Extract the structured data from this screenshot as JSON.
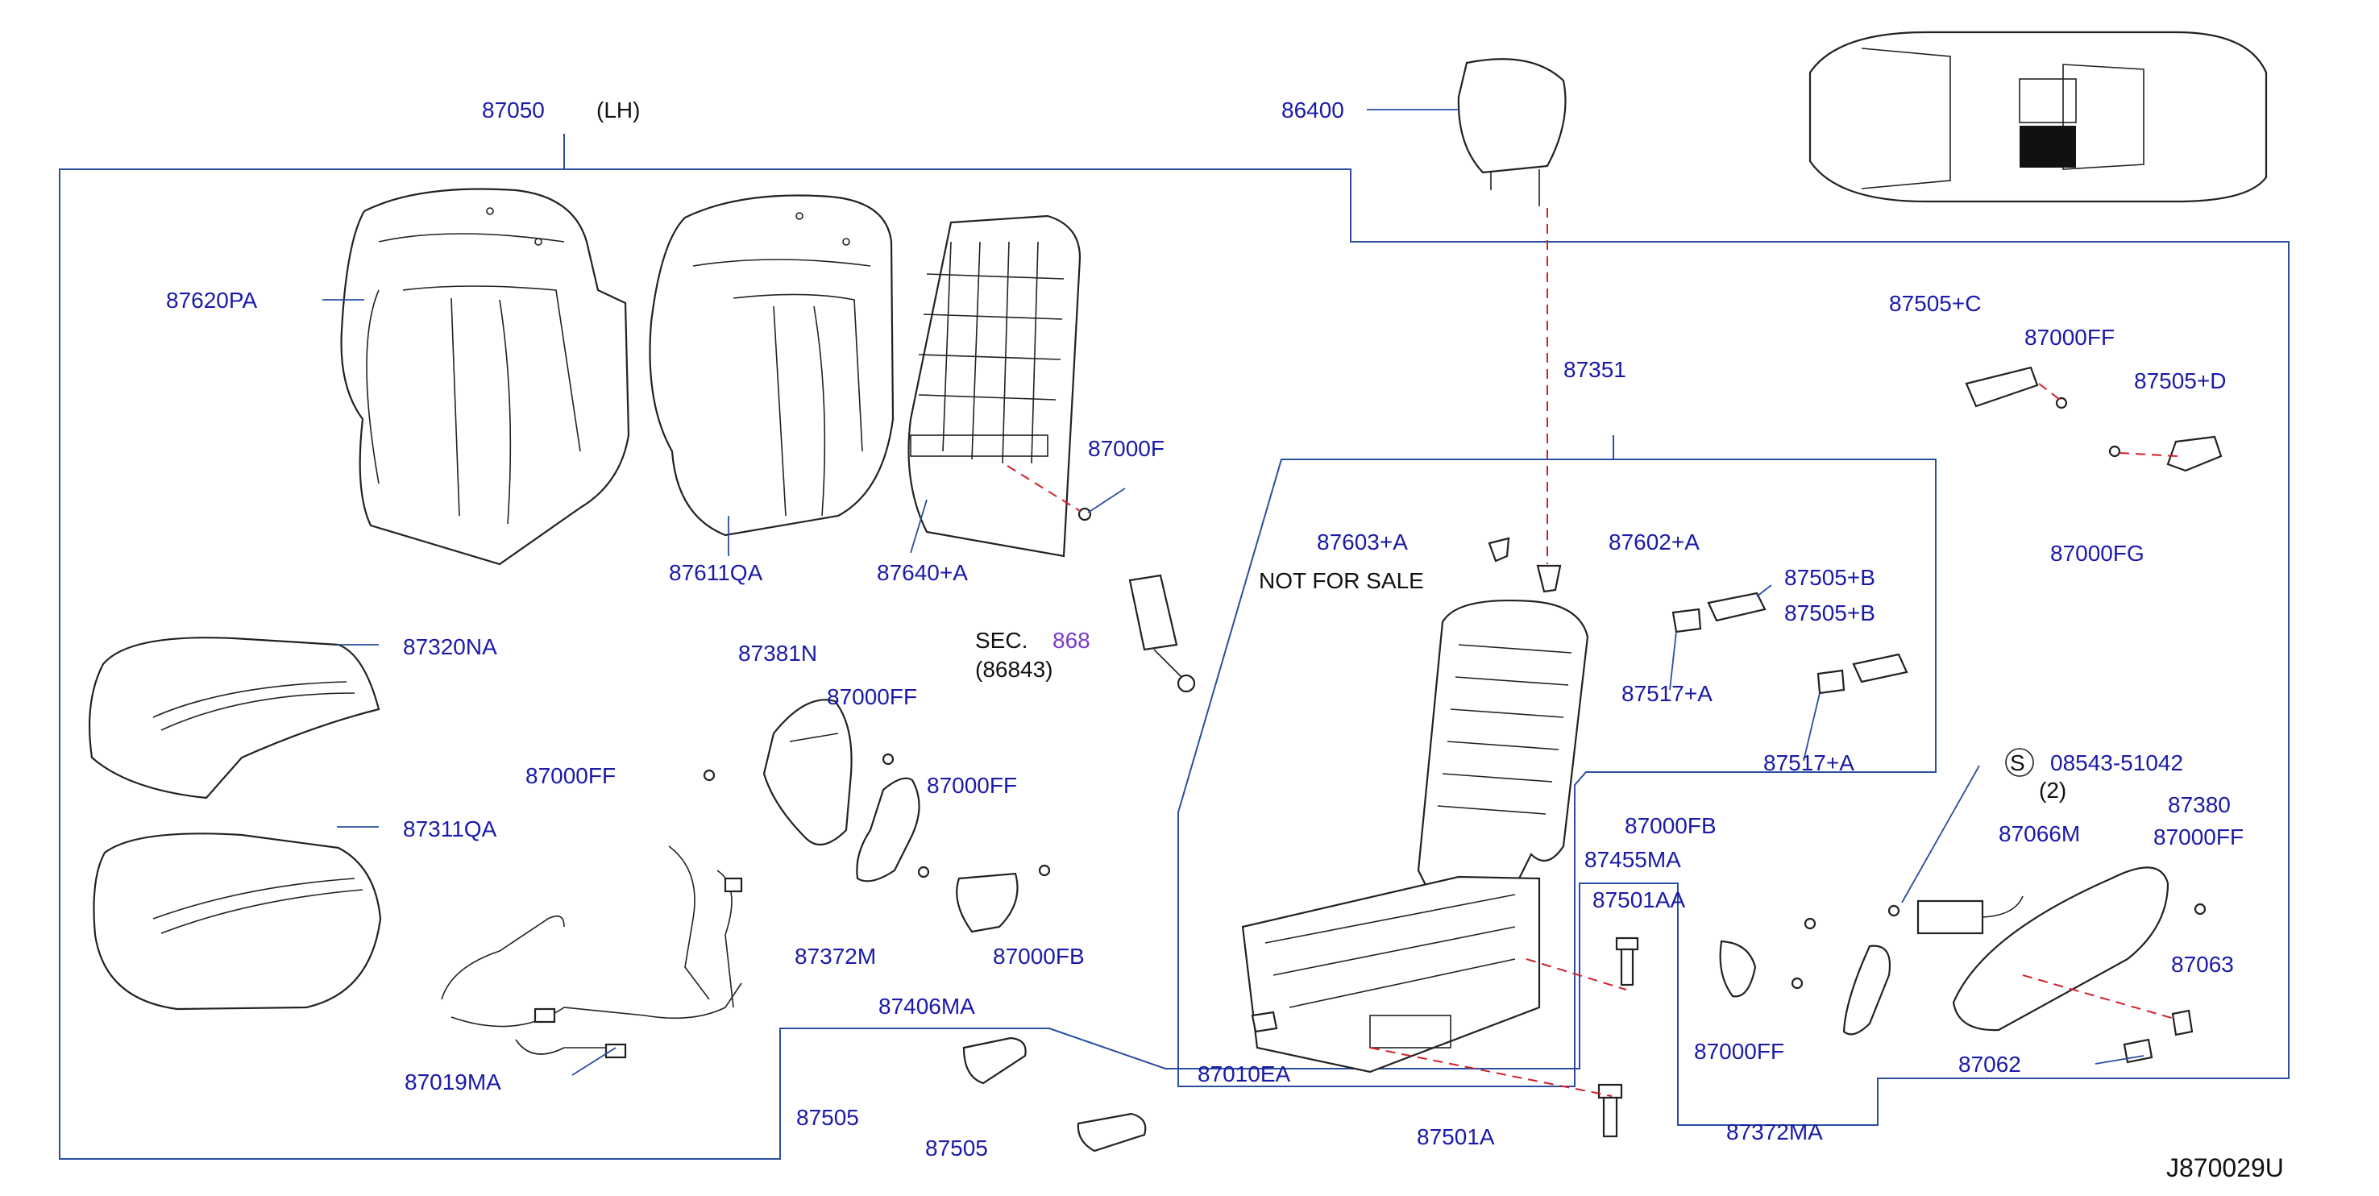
{
  "diagram": {
    "drawing_code": "J870029U",
    "colors": {
      "label": "#1a1aa8",
      "boundary": "#2a4fa0",
      "dashed_line": "#d2202a",
      "section_ref": "#7a3cc8",
      "highlight": "#111111"
    },
    "assembly_label": "87050",
    "side_note": "(LH)",
    "not_for_sale": "NOT   FOR   SALE",
    "section_ref": {
      "prefix": "SEC.",
      "number": "868",
      "sub": "(86843)"
    },
    "screw_spec": {
      "symbol": "S",
      "number": "08543-51042",
      "qty": "(2)"
    },
    "parts": {
      "p87620PA": "87620PA",
      "p87611QA": "87611QA",
      "p87640A": "87640+A",
      "p87000F": "87000F",
      "p87320NA": "87320NA",
      "p87311QA": "87311QA",
      "p87019MA": "87019MA",
      "p87381N": "87381N",
      "p87000FF_a": "87000FF",
      "p87000FF_b": "87000FF",
      "p87000FF_c": "87000FF",
      "p87372M": "87372M",
      "p87406MA": "87406MA",
      "p87000FB_a": "87000FB",
      "p87505_a": "87505",
      "p87505_b": "87505",
      "p86400": "86400",
      "p87351": "87351",
      "p87603A": "87603+A",
      "p87602A": "87602+A",
      "p87505B_a": "87505+B",
      "p87505B_b": "87505+B",
      "p87517A_a": "87517+A",
      "p87517A_b": "87517+A",
      "p87010EA": "87010EA",
      "p87501AA": "87501AA",
      "p87501A": "87501A",
      "p87505C": "87505+C",
      "p87000FF_d": "87000FF",
      "p87505D": "87505+D",
      "p87000FG": "87000FG",
      "p87000FB_b": "87000FB",
      "p87455MA": "87455MA",
      "p87000FF_e": "87000FF",
      "p87372MA": "87372MA",
      "p87066M": "87066M",
      "p87380": "87380",
      "p87000FF_f": "87000FF",
      "p87063": "87063",
      "p87062": "87062"
    }
  }
}
